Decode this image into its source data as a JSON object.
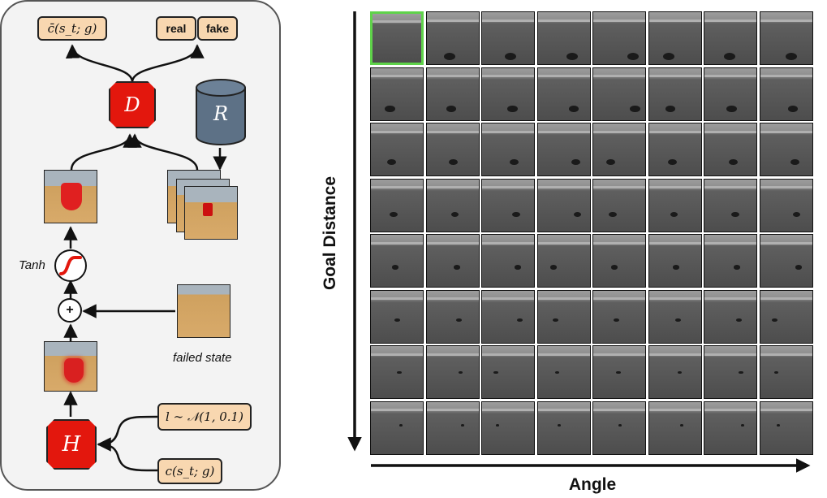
{
  "left_diagram": {
    "top_output_label": "c̄(s_t; g)",
    "real_label": "real",
    "fake_label": "fake",
    "discriminator_label": "D",
    "replay_label": "R",
    "tanh_label": "Tanh",
    "plus_symbol": "+",
    "failed_state_label": "failed state",
    "hindsight_label": "H",
    "noise_input_label": "l ∼ 𝒩(1, 0.1)",
    "cost_input_label": "c(s_t; g)"
  },
  "right_grid": {
    "rows": 8,
    "cols": 8,
    "y_axis_label": "Goal Distance",
    "x_axis_label": "Angle",
    "highlight_cell": {
      "row": 0,
      "col": 0
    },
    "highlight_color": "#5fd34a"
  },
  "colors": {
    "network_block": "#e3170d",
    "replay_cylinder": "#5d7186",
    "input_tag": "#f8d7b0",
    "panel_bg": "#f3f3f3"
  }
}
